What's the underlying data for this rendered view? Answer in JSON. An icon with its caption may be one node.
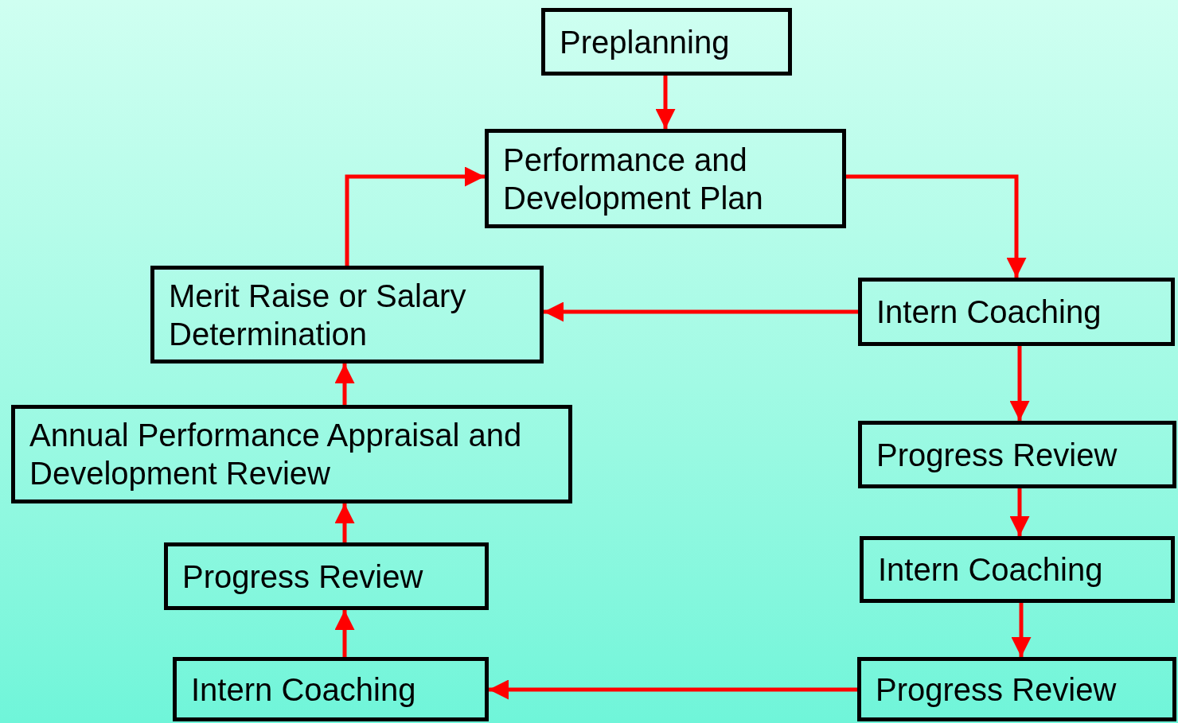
{
  "diagram": {
    "nodes": [
      {
        "text": [
          "Preplanning"
        ]
      },
      {
        "text": [
          "Performance and Development Plan"
        ]
      },
      {
        "text": [
          "Intern Coaching"
        ]
      },
      {
        "text": [
          "Progress Review"
        ]
      },
      {
        "text": [
          "Intern Coaching"
        ]
      },
      {
        "text": [
          "Progress Review"
        ]
      },
      {
        "text": [
          "Intern Coaching"
        ]
      },
      {
        "text": [
          "Progress Review"
        ]
      },
      {
        "text": [
          "Annual Performance Appraisal and Development Review"
        ]
      },
      {
        "text": [
          "Merit Raise or Salary Determination"
        ]
      }
    ],
    "edges": [
      {
        "from": 0,
        "to": 1,
        "arrow": "to"
      },
      {
        "from": 1,
        "to": 2,
        "arrow": "to"
      },
      {
        "from": 2,
        "to": 9,
        "arrow": "to"
      },
      {
        "from": 2,
        "to": 3,
        "arrow": "to"
      },
      {
        "from": 3,
        "to": 4,
        "arrow": "to"
      },
      {
        "from": 4,
        "to": 5,
        "arrow": "to"
      },
      {
        "from": 5,
        "to": 6,
        "arrow": "to"
      },
      {
        "from": 6,
        "to": 7,
        "arrow": "to"
      },
      {
        "from": 7,
        "to": 8,
        "arrow": "to"
      },
      {
        "from": 8,
        "to": 9,
        "arrow": "to"
      },
      {
        "from": 9,
        "to": 1,
        "arrow": "to"
      }
    ]
  }
}
